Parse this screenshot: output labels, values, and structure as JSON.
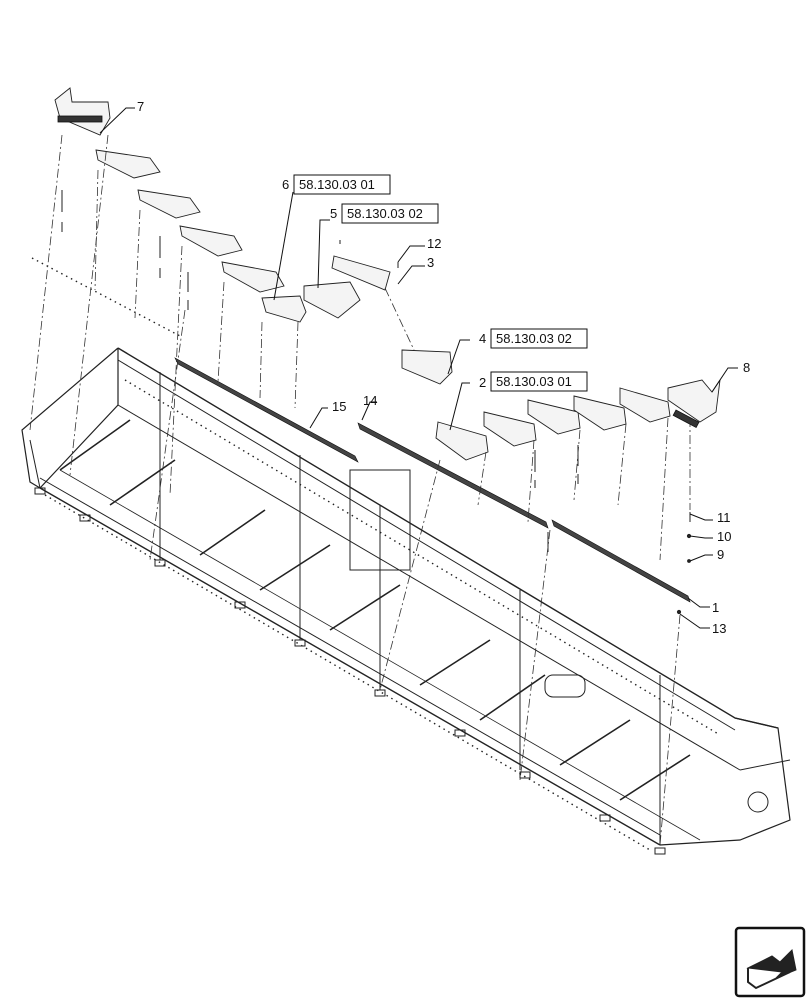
{
  "callouts": {
    "c1": "1",
    "c2": "2",
    "c3": "3",
    "c4": "4",
    "c5": "5",
    "c6": "6",
    "c7": "7",
    "c8": "8",
    "c9": "9",
    "c10": "10",
    "c11": "11",
    "c12": "12",
    "c13": "13",
    "c14": "14",
    "c15": "15"
  },
  "references": {
    "ref6": "58.130.03 01",
    "ref5": "58.130.03 02",
    "ref4": "58.130.03 02",
    "ref2": "58.130.03 01"
  },
  "icons": {
    "nav": "return-arrow-icon"
  },
  "colors": {
    "line": "#222222",
    "background": "#ffffff"
  }
}
